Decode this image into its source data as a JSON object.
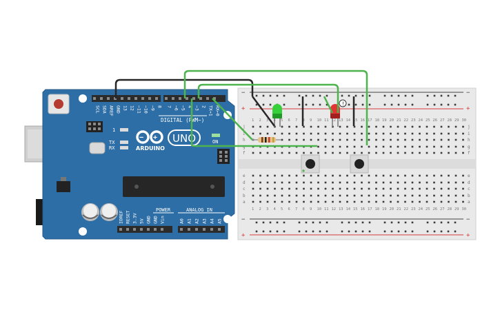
{
  "colors": {
    "board": "#2e6ea6",
    "board_edge": "#25598a",
    "board_label": "#ffffff",
    "header": "#2b2b2b",
    "breadboard": "#e9e9e9",
    "breadboard_edge": "#cfcfcf",
    "rail_red": "#d63a3a",
    "rail_black": "#444444",
    "wire_green": "#4db34d",
    "wire_black": "#262626",
    "led_green": "#36d13a",
    "led_red": "#e33434",
    "usb": "#cfcfcf",
    "power_jack": "#262626"
  },
  "arduino": {
    "brand": "ARDUINO",
    "model": "UNO",
    "digital_label": "DIGITAL (PWM~)",
    "power_label": "POWER",
    "analog_label": "ANALOG IN",
    "on_label": "ON",
    "tx_label": "TX",
    "rx_label": "RX",
    "l_label": "1",
    "top_pins": [
      "SCL",
      "SDA",
      "AREF",
      "GND",
      "13",
      "12",
      "~11",
      "~10",
      "~9",
      "8",
      "7",
      "~6",
      "~5",
      "4",
      "~3",
      "2",
      "TX→1",
      "RX←0"
    ],
    "power_pins": [
      "IOREF",
      "RESET",
      "3.3V",
      "5V",
      "GND",
      "GND",
      "Vin"
    ],
    "analog_pins": [
      "A0",
      "A1",
      "A2",
      "A3",
      "A4",
      "A5"
    ]
  },
  "breadboard": {
    "columns": [
      "1",
      "2",
      "3",
      "4",
      "5",
      "6",
      "7",
      "8",
      "9",
      "10",
      "11",
      "12",
      "13",
      "14",
      "15",
      "16",
      "17",
      "18",
      "19",
      "20",
      "21",
      "22",
      "23",
      "24",
      "25",
      "26",
      "27",
      "28",
      "29",
      "30"
    ],
    "rows_top": [
      "j",
      "i",
      "h",
      "g",
      "f"
    ],
    "rows_bottom": [
      "e",
      "d",
      "c",
      "b",
      "a"
    ],
    "rail_plus": "+",
    "rail_minus": "−"
  },
  "components": {
    "led_green": "green LED",
    "led_red": "red LED",
    "warning_glyph": "!"
  }
}
